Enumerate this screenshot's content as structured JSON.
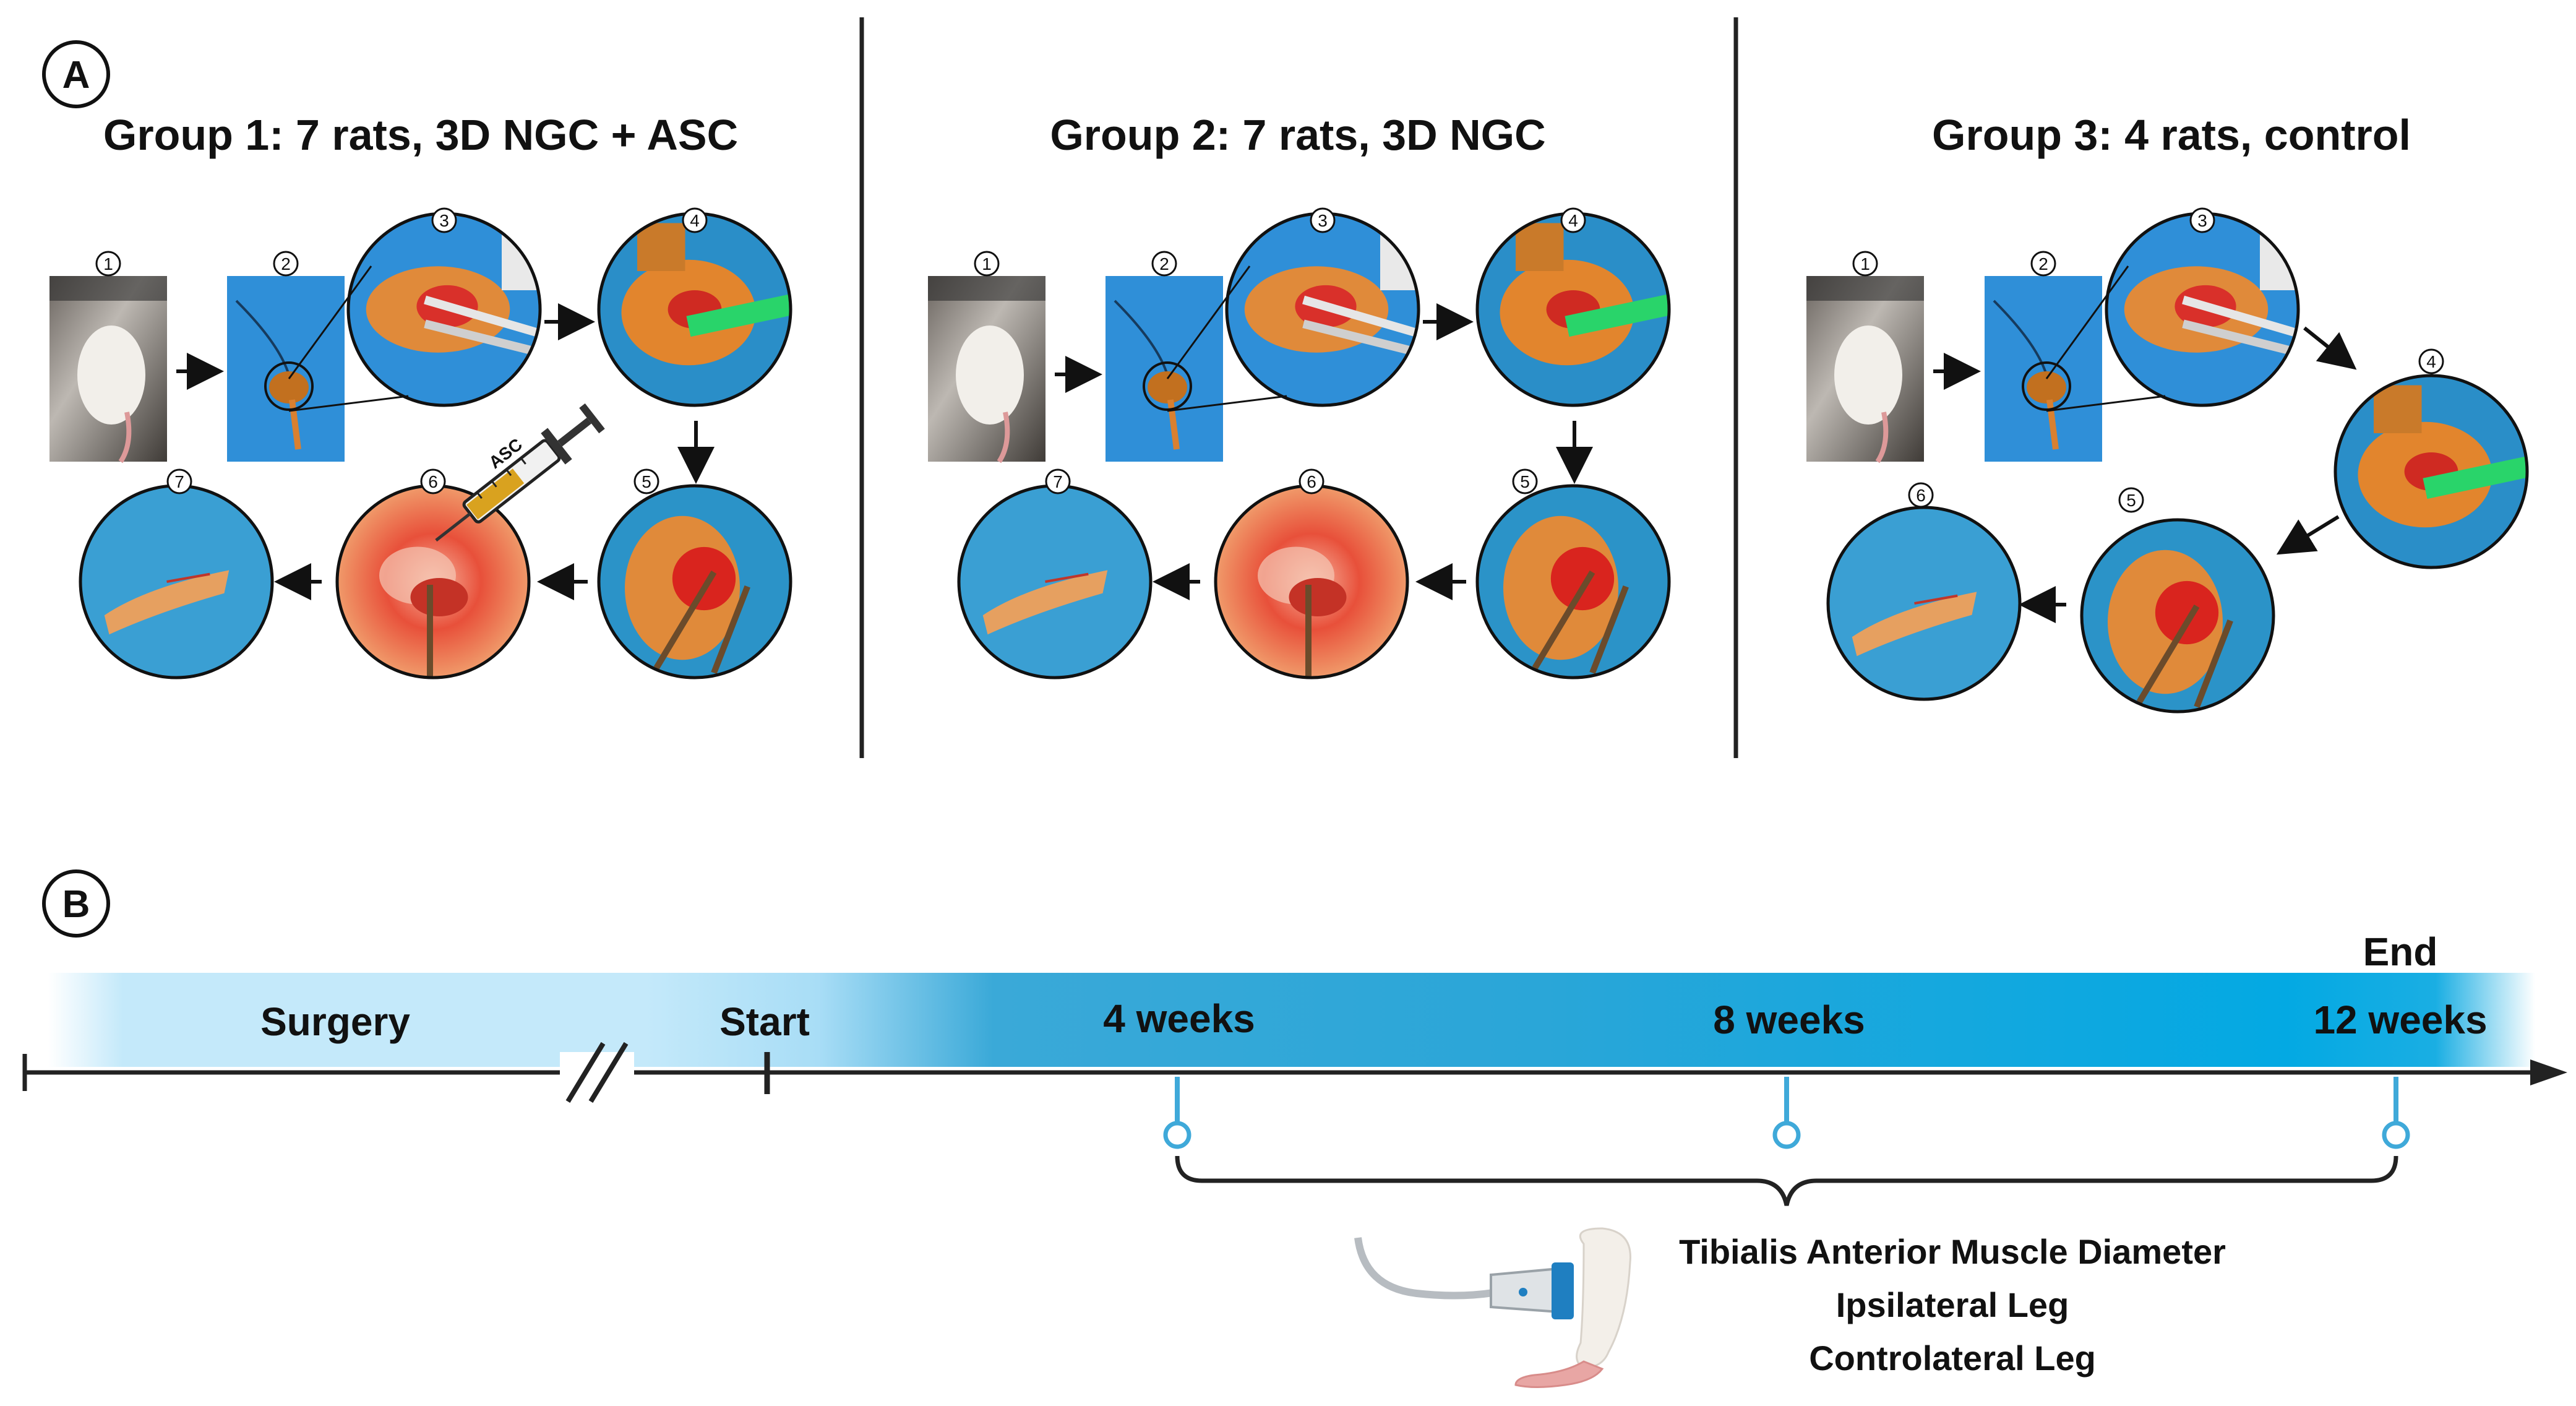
{
  "panel_a": {
    "badge": "A",
    "groups": [
      {
        "title": "Group 1: 7 rats, 3D NGC + ASC",
        "steps": [
          "1",
          "2",
          "3",
          "4",
          "5",
          "6",
          "7"
        ],
        "syringe_label": "ASC"
      },
      {
        "title": "Group 2: 7 rats, 3D NGC",
        "steps": [
          "1",
          "2",
          "3",
          "4",
          "5",
          "6",
          "7"
        ]
      },
      {
        "title": "Group 3: 4 rats, control",
        "steps": [
          "1",
          "2",
          "3",
          "4",
          "5",
          "6"
        ]
      }
    ]
  },
  "panel_b": {
    "badge": "B",
    "phases": {
      "surgery": "Surgery",
      "start": "Start",
      "end": "End"
    },
    "milestones": [
      "4 weeks",
      "8 weeks",
      "12 weeks"
    ],
    "measurements": [
      "Tibialis Anterior Muscle Diameter",
      "Ipsilateral Leg",
      "Controlateral Leg"
    ]
  },
  "colors": {
    "drape_blue": "#2f8fd8",
    "tissue_orange": "#e08a3a",
    "wound_red": "#d9302a",
    "timeline_blue": "#08a5e0",
    "timeline_light": "#bfe6f8",
    "marker_blue": "#3fa9d9",
    "ink": "#111111"
  }
}
